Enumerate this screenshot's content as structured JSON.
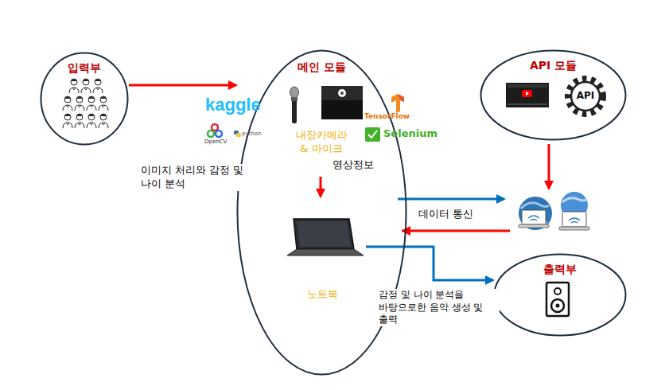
{
  "diagram": {
    "nodes": [
      {
        "text": [
          "입력부"
        ]
      },
      {
        "text": [
          "메인 모듈"
        ]
      },
      {
        "text": [
          "노트북"
        ],
        "in": 1
      },
      {
        "text": [
          "API 모듈"
        ]
      },
      {
        "text": [
          "출력부"
        ]
      }
    ],
    "edges": [
      {
        "from": 0,
        "to": 1,
        "arrow": "to"
      },
      {
        "from": 2,
        "to": 4,
        "arrow": "to",
        "label": "감정 및 나이 분석을 바탕으로한 음악 생성 및 출력"
      }
    ],
    "labels": [
      "kaggle",
      "OpenCV",
      "python",
      "내장카메라 & 마이크",
      "TensorFlow",
      "Selenium",
      "이미지 처리와 감정 및 나이 분석",
      "영상정보",
      "API",
      "데이터 통신"
    ]
  }
}
